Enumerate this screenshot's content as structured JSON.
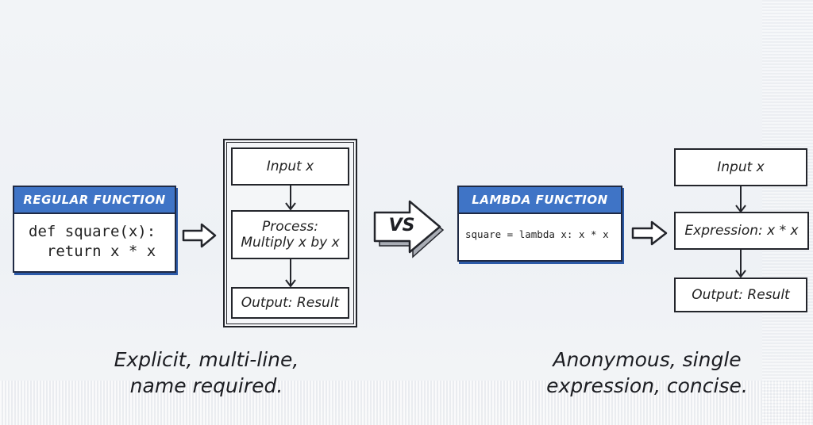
{
  "colors": {
    "accent_blue": "#3f74c6",
    "ink": "#23252b",
    "background": "#eef1f5"
  },
  "regular": {
    "header": "REGULAR FUNCTION",
    "code_line1": "def square(x):",
    "code_line2": "  return x * x",
    "flow": {
      "step1": "Input x",
      "step2_line1": "Process:",
      "step2_line2": "Multiply x by x",
      "step3": "Output: Result"
    },
    "caption_line1": "Explicit, multi-line,",
    "caption_line2": "name required."
  },
  "versus": {
    "label": "VS"
  },
  "lambda": {
    "header": "LAMBDA FUNCTION",
    "code": "square = lambda x: x * x",
    "flow": {
      "step1": "Input x",
      "step2": "Expression: x * x",
      "step3": "Output: Result"
    },
    "caption_line1": "Anonymous, single",
    "caption_line2": "expression, concise."
  },
  "icons": {
    "small_arrow": "right-arrow-outline",
    "vs_arrow": "right-arrow-3d",
    "flow_arrow": "down-arrow"
  }
}
